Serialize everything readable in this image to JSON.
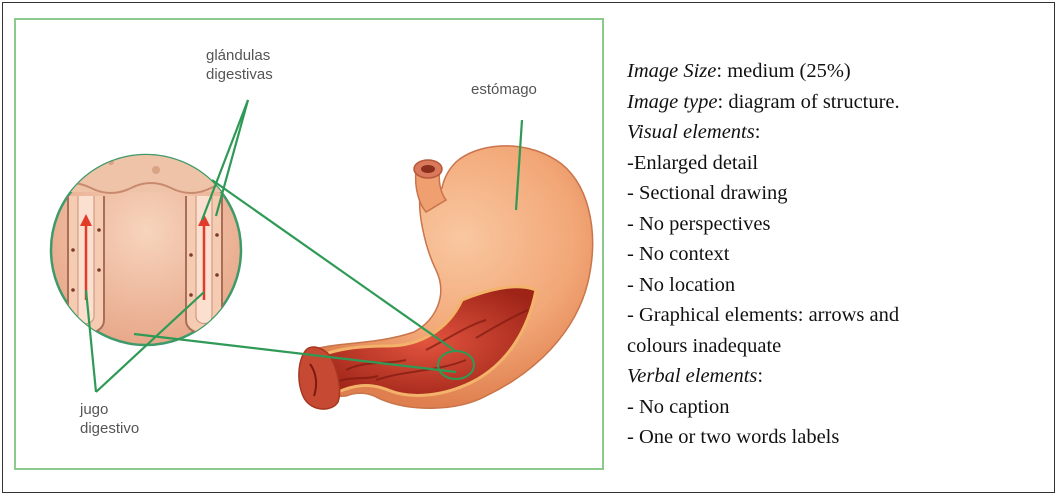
{
  "figure": {
    "labels": {
      "glands": "glándulas\ndigestivas",
      "stomach": "estómago",
      "juice": "jugo\ndigestivo"
    }
  },
  "notes": {
    "lines": [
      {
        "key": "Image Size",
        "value": ": medium (25%)"
      },
      {
        "key": "Image type",
        "value": ": diagram of structure."
      },
      {
        "key": "Visual elements",
        "value": ":"
      },
      {
        "key": "",
        "value": "-Enlarged detail"
      },
      {
        "key": "",
        "value": "- Sectional drawing"
      },
      {
        "key": "",
        "value": "- No perspectives"
      },
      {
        "key": "",
        "value": "- No context"
      },
      {
        "key": "",
        "value": "- No location"
      },
      {
        "key": "",
        "value": "- Graphical elements: arrows and"
      },
      {
        "key": "",
        "value": "colours inadequate"
      },
      {
        "key": "Verbal elements",
        "value": ":"
      },
      {
        "key": "",
        "value": "- No caption"
      },
      {
        "key": "",
        "value": "- One or two words labels"
      }
    ]
  },
  "colors": {
    "panel_border": "#8cc98c",
    "leader_line": "#2f9a56",
    "stomach_outer": "#f2a777",
    "stomach_inner": "#c73a2a",
    "tissue": "#f1c2a3"
  }
}
